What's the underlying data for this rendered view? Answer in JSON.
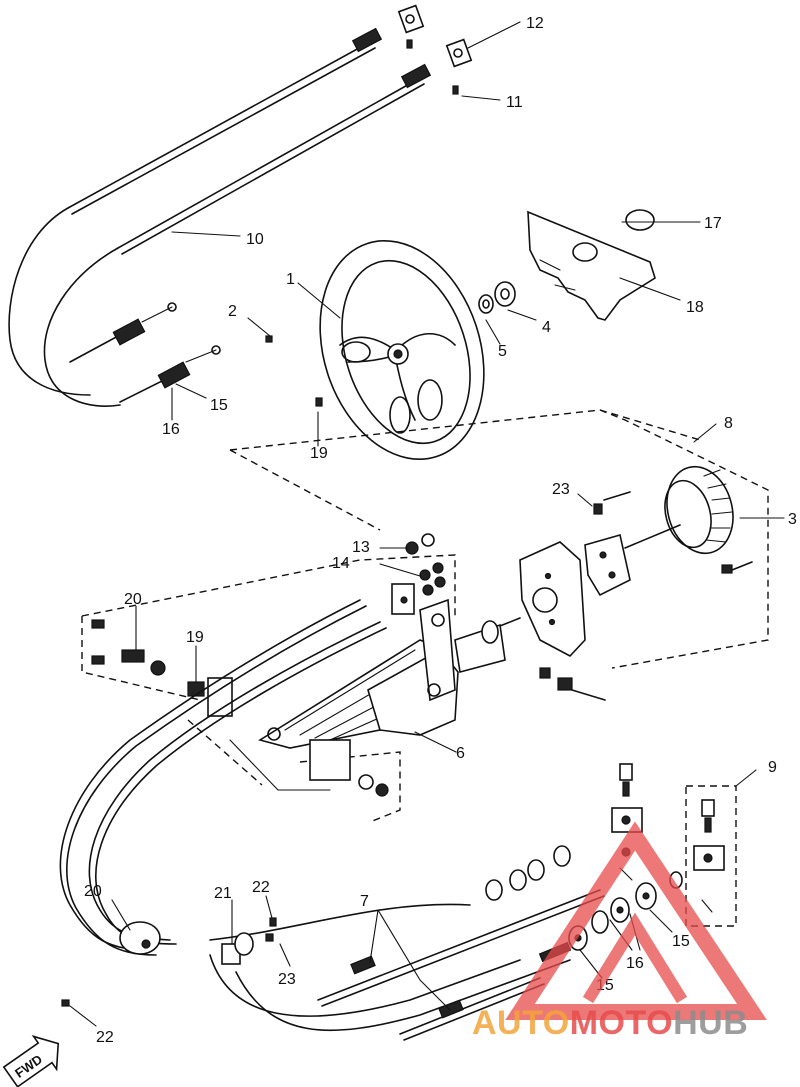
{
  "callouts": {
    "c1": "1",
    "c2": "2",
    "c3": "3",
    "c4": "4",
    "c5": "5",
    "c6": "6",
    "c7": "7",
    "c8": "8",
    "c9": "9",
    "c10": "10",
    "c11": "11",
    "c12": "12",
    "c13": "13",
    "c14": "14",
    "c15a": "15",
    "c15b": "15",
    "c15c": "15",
    "c16a": "16",
    "c16b": "16",
    "c17": "17",
    "c18": "18",
    "c19a": "19",
    "c19b": "19",
    "c20a": "20",
    "c20b": "20",
    "c21": "21",
    "c22a": "22",
    "c22b": "22",
    "c23a": "23",
    "c23b": "23"
  },
  "fwd_label": "FWD",
  "watermark": {
    "part1": "AUTO",
    "part2": "MOTO",
    "part3": "HUB",
    "color_red": "#e84b4b",
    "color_orange": "#f2a33a",
    "color_gray": "#8c8c8c"
  }
}
